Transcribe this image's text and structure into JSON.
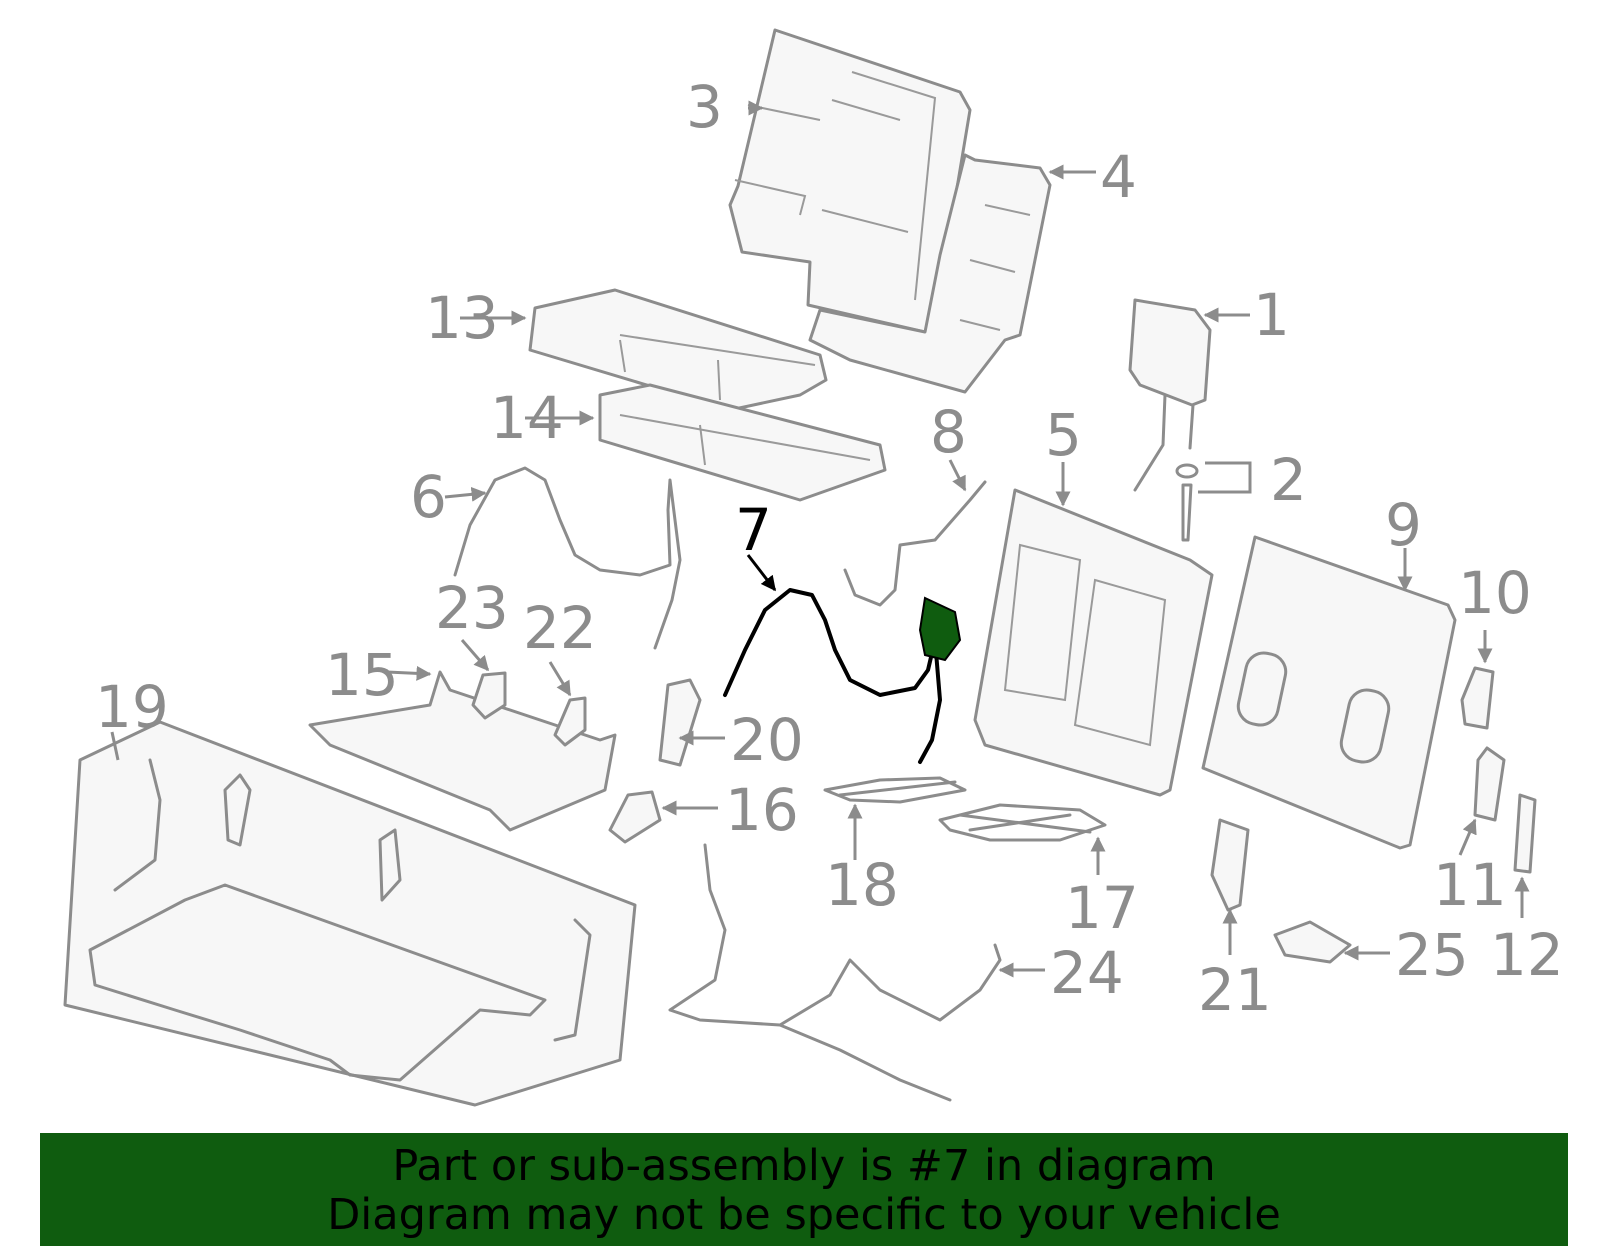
{
  "diagram": {
    "highlighted_part": "7",
    "highlight_color": "#0f5c0f",
    "callouts": [
      "1",
      "2",
      "3",
      "4",
      "5",
      "6",
      "7",
      "8",
      "9",
      "10",
      "11",
      "12",
      "13",
      "14",
      "15",
      "16",
      "17",
      "18",
      "19",
      "20",
      "21",
      "22",
      "23",
      "24",
      "25"
    ]
  },
  "banner": {
    "line1": "Part or sub-assembly is #7 in diagram",
    "line2": "Diagram may not be specific to your vehicle",
    "background": "#0f5c0f"
  }
}
